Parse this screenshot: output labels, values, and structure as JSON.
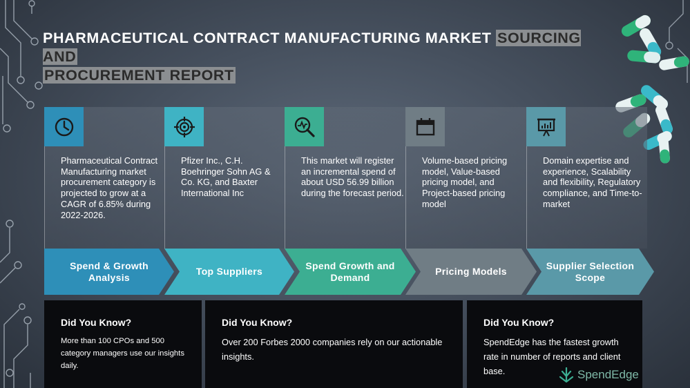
{
  "title": {
    "line1_plain": "PHARMACEUTICAL CONTRACT MANUFACTURING MARKET",
    "line1_highlight": "SOURCING AND",
    "line2_highlight": "PROCUREMENT REPORT"
  },
  "columns": [
    {
      "icon": "clock-icon",
      "color": "#2e8fb8",
      "description": "Pharmaceutical Contract Manufacturing market procurement category is projected to grow at a CAGR of 6.85% during 2022-2026.",
      "label_line1": "Spend & Growth",
      "label_line2": "Analysis"
    },
    {
      "icon": "target-icon",
      "color": "#3fb3c4",
      "description": "Pfizer Inc., C.H. Boehringer Sohn AG & Co. KG, and Baxter International Inc",
      "label_line1": "Top Suppliers",
      "label_line2": ""
    },
    {
      "icon": "magnifier-chart-icon",
      "color": "#3cae92",
      "description": "This market will register an incremental spend of about USD 56.99 billion during the forecast period.",
      "label_line1": "Spend Growth and",
      "label_line2": "Demand"
    },
    {
      "icon": "calendar-icon",
      "color": "#707d85",
      "description": "Volume-based pricing model, Value-based pricing model, and Project-based pricing model",
      "label_line1": "Pricing Models",
      "label_line2": ""
    },
    {
      "icon": "presentation-chart-icon",
      "color": "#5a99a8",
      "description": "Domain expertise and experience, Scalability and flexibility, Regulatory compliance, and Time-to-market",
      "label_line1": "Supplier Selection",
      "label_line2": "Scope"
    }
  ],
  "did_you_know": [
    {
      "heading": "Did You Know?",
      "text": "More than 100 CPOs and 500 category managers use our insights daily."
    },
    {
      "heading": "Did You Know?",
      "text": "Over 200 Forbes 2000 companies rely on our actionable insights."
    },
    {
      "heading": "Did You Know?",
      "text": "SpendEdge has the fastest growth rate in number of reports and client base."
    }
  ],
  "brand": {
    "name": "SpendEdge",
    "icon": "spendedge-logo-icon",
    "color": "#7fb9a8"
  }
}
